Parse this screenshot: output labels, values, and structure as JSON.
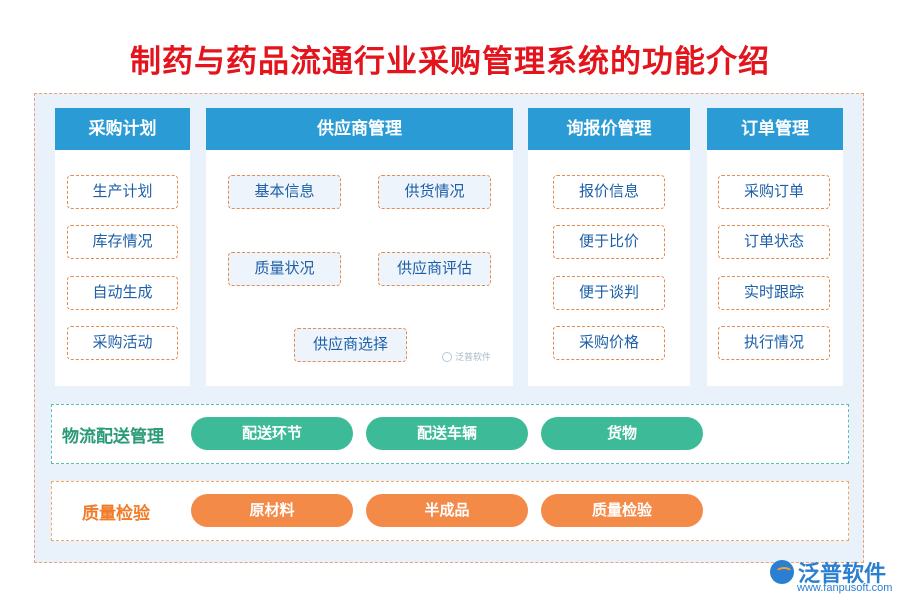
{
  "title": "制药与药品流通行业采购管理系统的功能介绍",
  "columns": [
    {
      "header": "采购计划",
      "items": [
        "生产计划",
        "库存情况",
        "自动生成",
        "采购活动"
      ]
    },
    {
      "header": "供应商管理",
      "items": [
        "基本信息",
        "供货情况",
        "质量状况",
        "供应商评估",
        "供应商选择"
      ]
    },
    {
      "header": "询报价管理",
      "items": [
        "报价信息",
        "便于比价",
        "便于谈判",
        "采购价格"
      ]
    },
    {
      "header": "订单管理",
      "items": [
        "采购订单",
        "订单状态",
        "实时跟踪",
        "执行情况"
      ]
    }
  ],
  "logistics": {
    "label": "物流配送管理",
    "pills": [
      "配送环节",
      "配送车辆",
      "货物"
    ]
  },
  "quality": {
    "label": "质量检验",
    "pills": [
      "原材料",
      "半成品",
      "质量检验"
    ]
  },
  "watermark": "泛普软件",
  "logo": {
    "name": "泛普软件",
    "url": "www.fanpusoft.com"
  },
  "colors": {
    "title": "#e3141b",
    "header": "#2b9bd6",
    "green": "#3dbb98",
    "orange": "#f48a48",
    "item_text": "#1d5fa8"
  }
}
